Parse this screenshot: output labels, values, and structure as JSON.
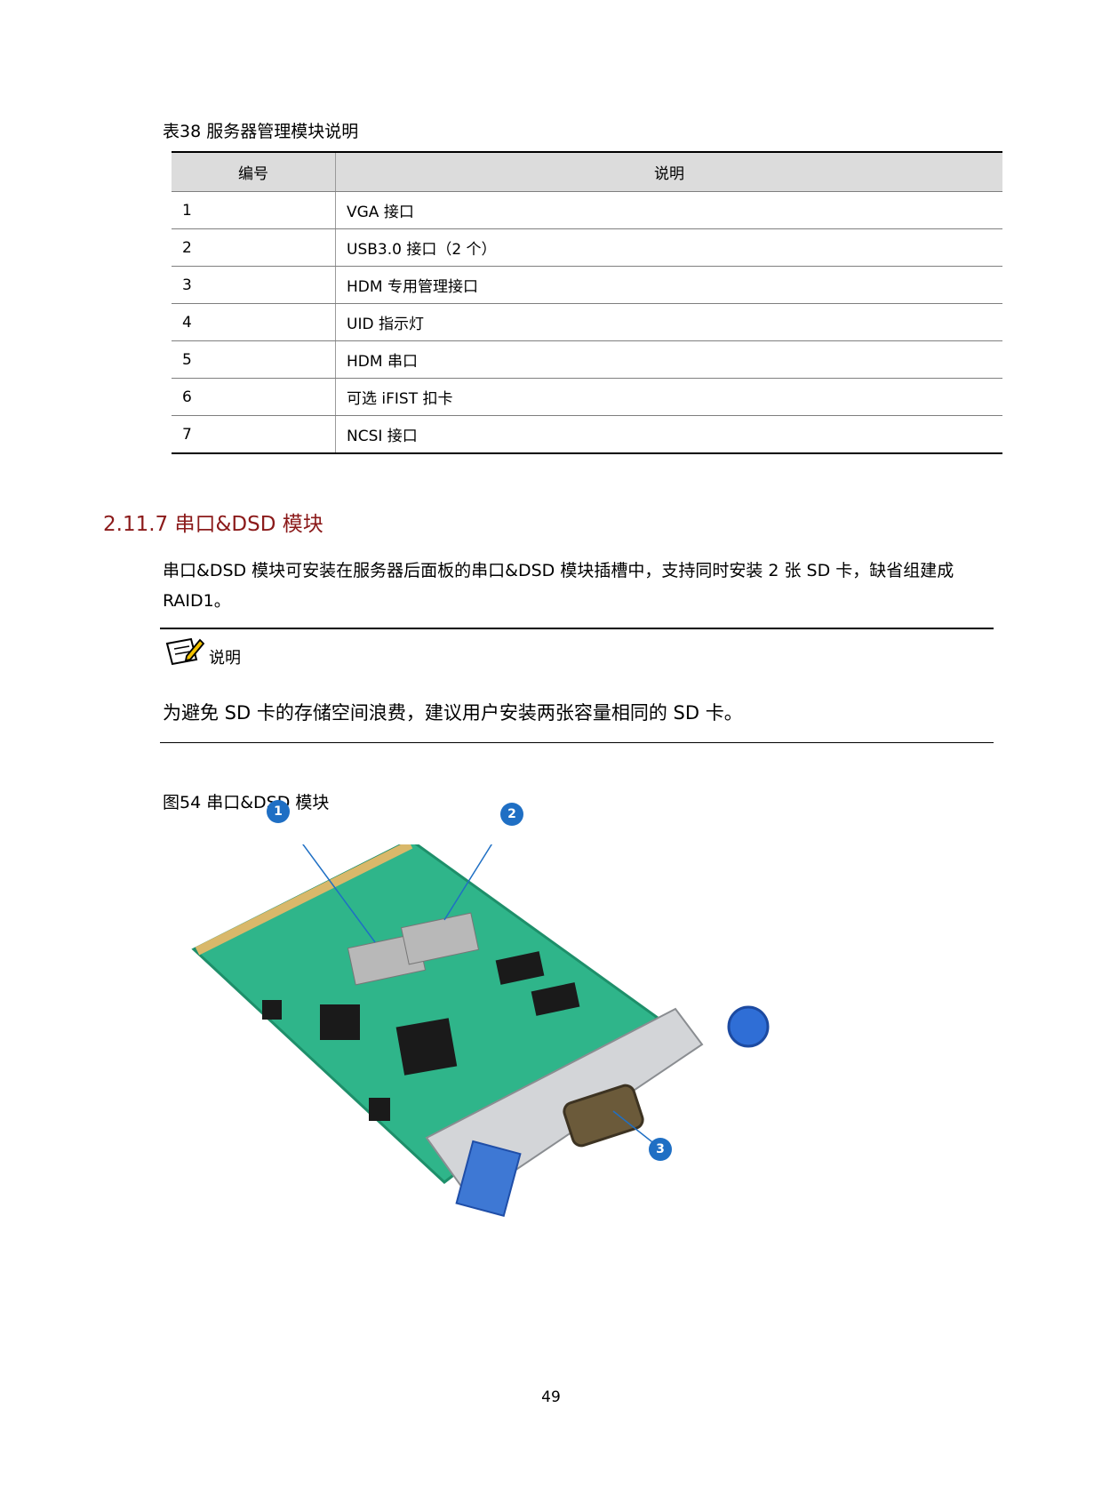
{
  "table": {
    "caption": "表38 服务器管理模块说明",
    "headers": [
      "编号",
      "说明"
    ],
    "rows": [
      [
        "1",
        "VGA 接口"
      ],
      [
        "2",
        "USB3.0 接口（2 个）"
      ],
      [
        "3",
        "HDM 专用管理接口"
      ],
      [
        "4",
        "UID 指示灯"
      ],
      [
        "5",
        "HDM 串口"
      ],
      [
        "6",
        "可选 iFIST 扣卡"
      ],
      [
        "7",
        "NCSI 接口"
      ]
    ]
  },
  "section": {
    "heading": "2.11.7  串口&DSD 模块",
    "body": "串口&DSD 模块可安装在服务器后面板的串口&DSD 模块插槽中，支持同时安装 2 张 SD 卡，缺省组建成 RAID1。"
  },
  "note": {
    "icon": "note-pencil-icon",
    "label": "说明",
    "text": "为避免 SD 卡的存储空间浪费，建议用户安装两张容量相同的 SD 卡。"
  },
  "figure": {
    "caption": "图54 串口&DSD 模块",
    "callouts": [
      "1",
      "2",
      "3"
    ],
    "board_color": "#2fb58a",
    "callout_color": "#1f6fc4"
  },
  "page_number": "49"
}
